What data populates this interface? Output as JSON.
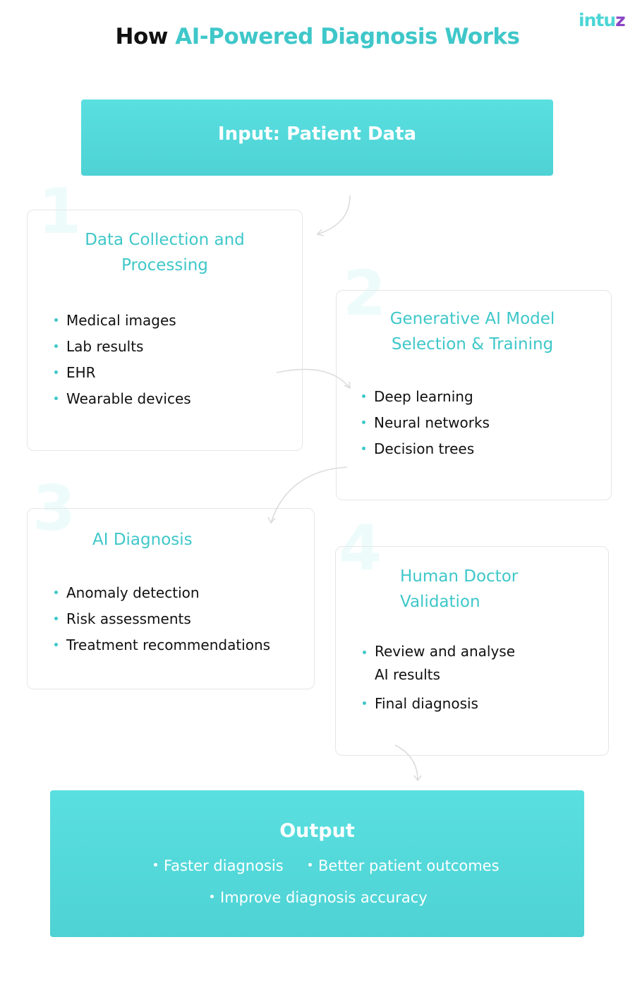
{
  "header": {
    "title_prefix": "How",
    "title_accent": "AI-Powered Diagnosis Works",
    "logo_main": "intu",
    "logo_end": "z"
  },
  "input": {
    "label": "Input: Patient Data"
  },
  "steps": [
    {
      "number": "1",
      "title_lines": [
        "Data Collection and",
        "Processing"
      ],
      "items": [
        "Medical images",
        "Lab results",
        "EHR",
        "Wearable devices"
      ]
    },
    {
      "number": "2",
      "title_lines": [
        "Generative AI Model",
        "Selection & Training"
      ],
      "items": [
        "Deep learning",
        "Neural networks",
        "Decision trees"
      ]
    },
    {
      "number": "3",
      "title_lines": [
        "AI Diagnosis"
      ],
      "items": [
        "Anomaly detection",
        "Risk assessments",
        "Treatment recommendations"
      ]
    },
    {
      "number": "4",
      "title_lines": [
        "Human Doctor",
        "Validation"
      ],
      "items": [
        {
          "line1": "Review and analyse",
          "line2": "AI results"
        },
        "Final diagnosis"
      ]
    }
  ],
  "output": {
    "title": "Output",
    "bullets": [
      "Faster diagnosis",
      "Better patient outcomes",
      "Improve diagnosis accuracy"
    ]
  },
  "colors": {
    "accent": "#3fc7c9",
    "banner": "#55dadb",
    "logo_accent": "#8a44c4"
  }
}
